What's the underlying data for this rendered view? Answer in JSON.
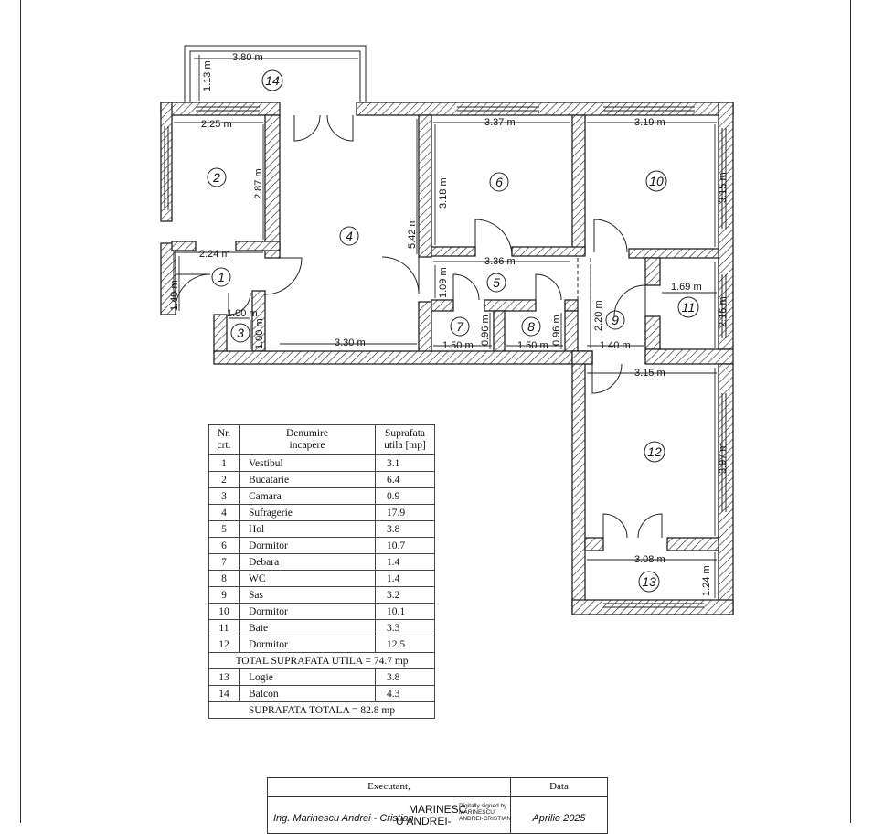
{
  "dimensions": {
    "balcony_width": "3.80 m",
    "balcony_depth": "1.13 m",
    "kitchen_width": "2.25 m",
    "kitchen_depth": "2.87 m",
    "kitchen_bottom": "2.24 m",
    "vestibule_height": "1.40 m",
    "pantry_width": "1.00 m",
    "pantry_height": "1.00 m",
    "living_width": "3.30 m",
    "living_height": "5.42 m",
    "bed6_width": "3.37 m",
    "bed6_height": "3.18 m",
    "hall_width": "3.36 m",
    "hall_height": "1.09 m",
    "storage_width": "1.50 m",
    "storage_height": "0.96 m",
    "wc_width": "1.50 m",
    "wc_height": "0.96 m",
    "bed10_width": "3.19 m",
    "bed10_height": "3.15 m",
    "bath_width": "1.69 m",
    "bath_height": "2.16 m",
    "sas_height": "2.20 m",
    "sas_width": "1.40 m",
    "bed12_width": "3.15 m",
    "bed12_height": "3.97 m",
    "loggia_width": "3.08 m",
    "loggia_depth": "1.24 m"
  },
  "room_numbers": [
    "1",
    "2",
    "3",
    "4",
    "5",
    "6",
    "7",
    "8",
    "9",
    "10",
    "11",
    "12",
    "13",
    "14"
  ],
  "table": {
    "headers": {
      "nr_line1": "Nr.",
      "nr_line2": "crt.",
      "name_line1": "Denumire",
      "name_line2": "incapere",
      "area_line1": "Suprafata",
      "area_line2": "utila [mp]"
    },
    "rows": [
      {
        "nr": "1",
        "name": "Vestibul",
        "area": "3.1"
      },
      {
        "nr": "2",
        "name": "Bucatarie",
        "area": "6.4"
      },
      {
        "nr": "3",
        "name": "Camara",
        "area": "0.9"
      },
      {
        "nr": "4",
        "name": "Sufragerie",
        "area": "17.9"
      },
      {
        "nr": "5",
        "name": "Hol",
        "area": "3.8"
      },
      {
        "nr": "6",
        "name": "Dormitor",
        "area": "10.7"
      },
      {
        "nr": "7",
        "name": "Debara",
        "area": "1.4"
      },
      {
        "nr": "8",
        "name": "WC",
        "area": "1.4"
      },
      {
        "nr": "9",
        "name": "Sas",
        "area": "3.2"
      },
      {
        "nr": "10",
        "name": "Dormitor",
        "area": "10.1"
      },
      {
        "nr": "11",
        "name": "Baie",
        "area": "3.3"
      },
      {
        "nr": "12",
        "name": "Dormitor",
        "area": "12.5"
      }
    ],
    "total_utila": "TOTAL SUPRAFATA UTILA = 74.7 mp",
    "extra_rows": [
      {
        "nr": "13",
        "name": "Logie",
        "area": "3.8"
      },
      {
        "nr": "14",
        "name": "Balcon",
        "area": "4.3"
      }
    ],
    "total": "SUPRAFATA TOTALA = 82.8 mp"
  },
  "signature": {
    "executant_header": "Executant,",
    "date_header": "Data",
    "executant_name": "Ing. Marinescu Andrei - Cristian",
    "signature_mark_line1": "MARINESC",
    "signature_mark_line2": "U ANDREI-",
    "digital_note": "Digitally signed by MARINESCU ANDREI-CRISTIAN",
    "date": "Aprilie 2025"
  }
}
